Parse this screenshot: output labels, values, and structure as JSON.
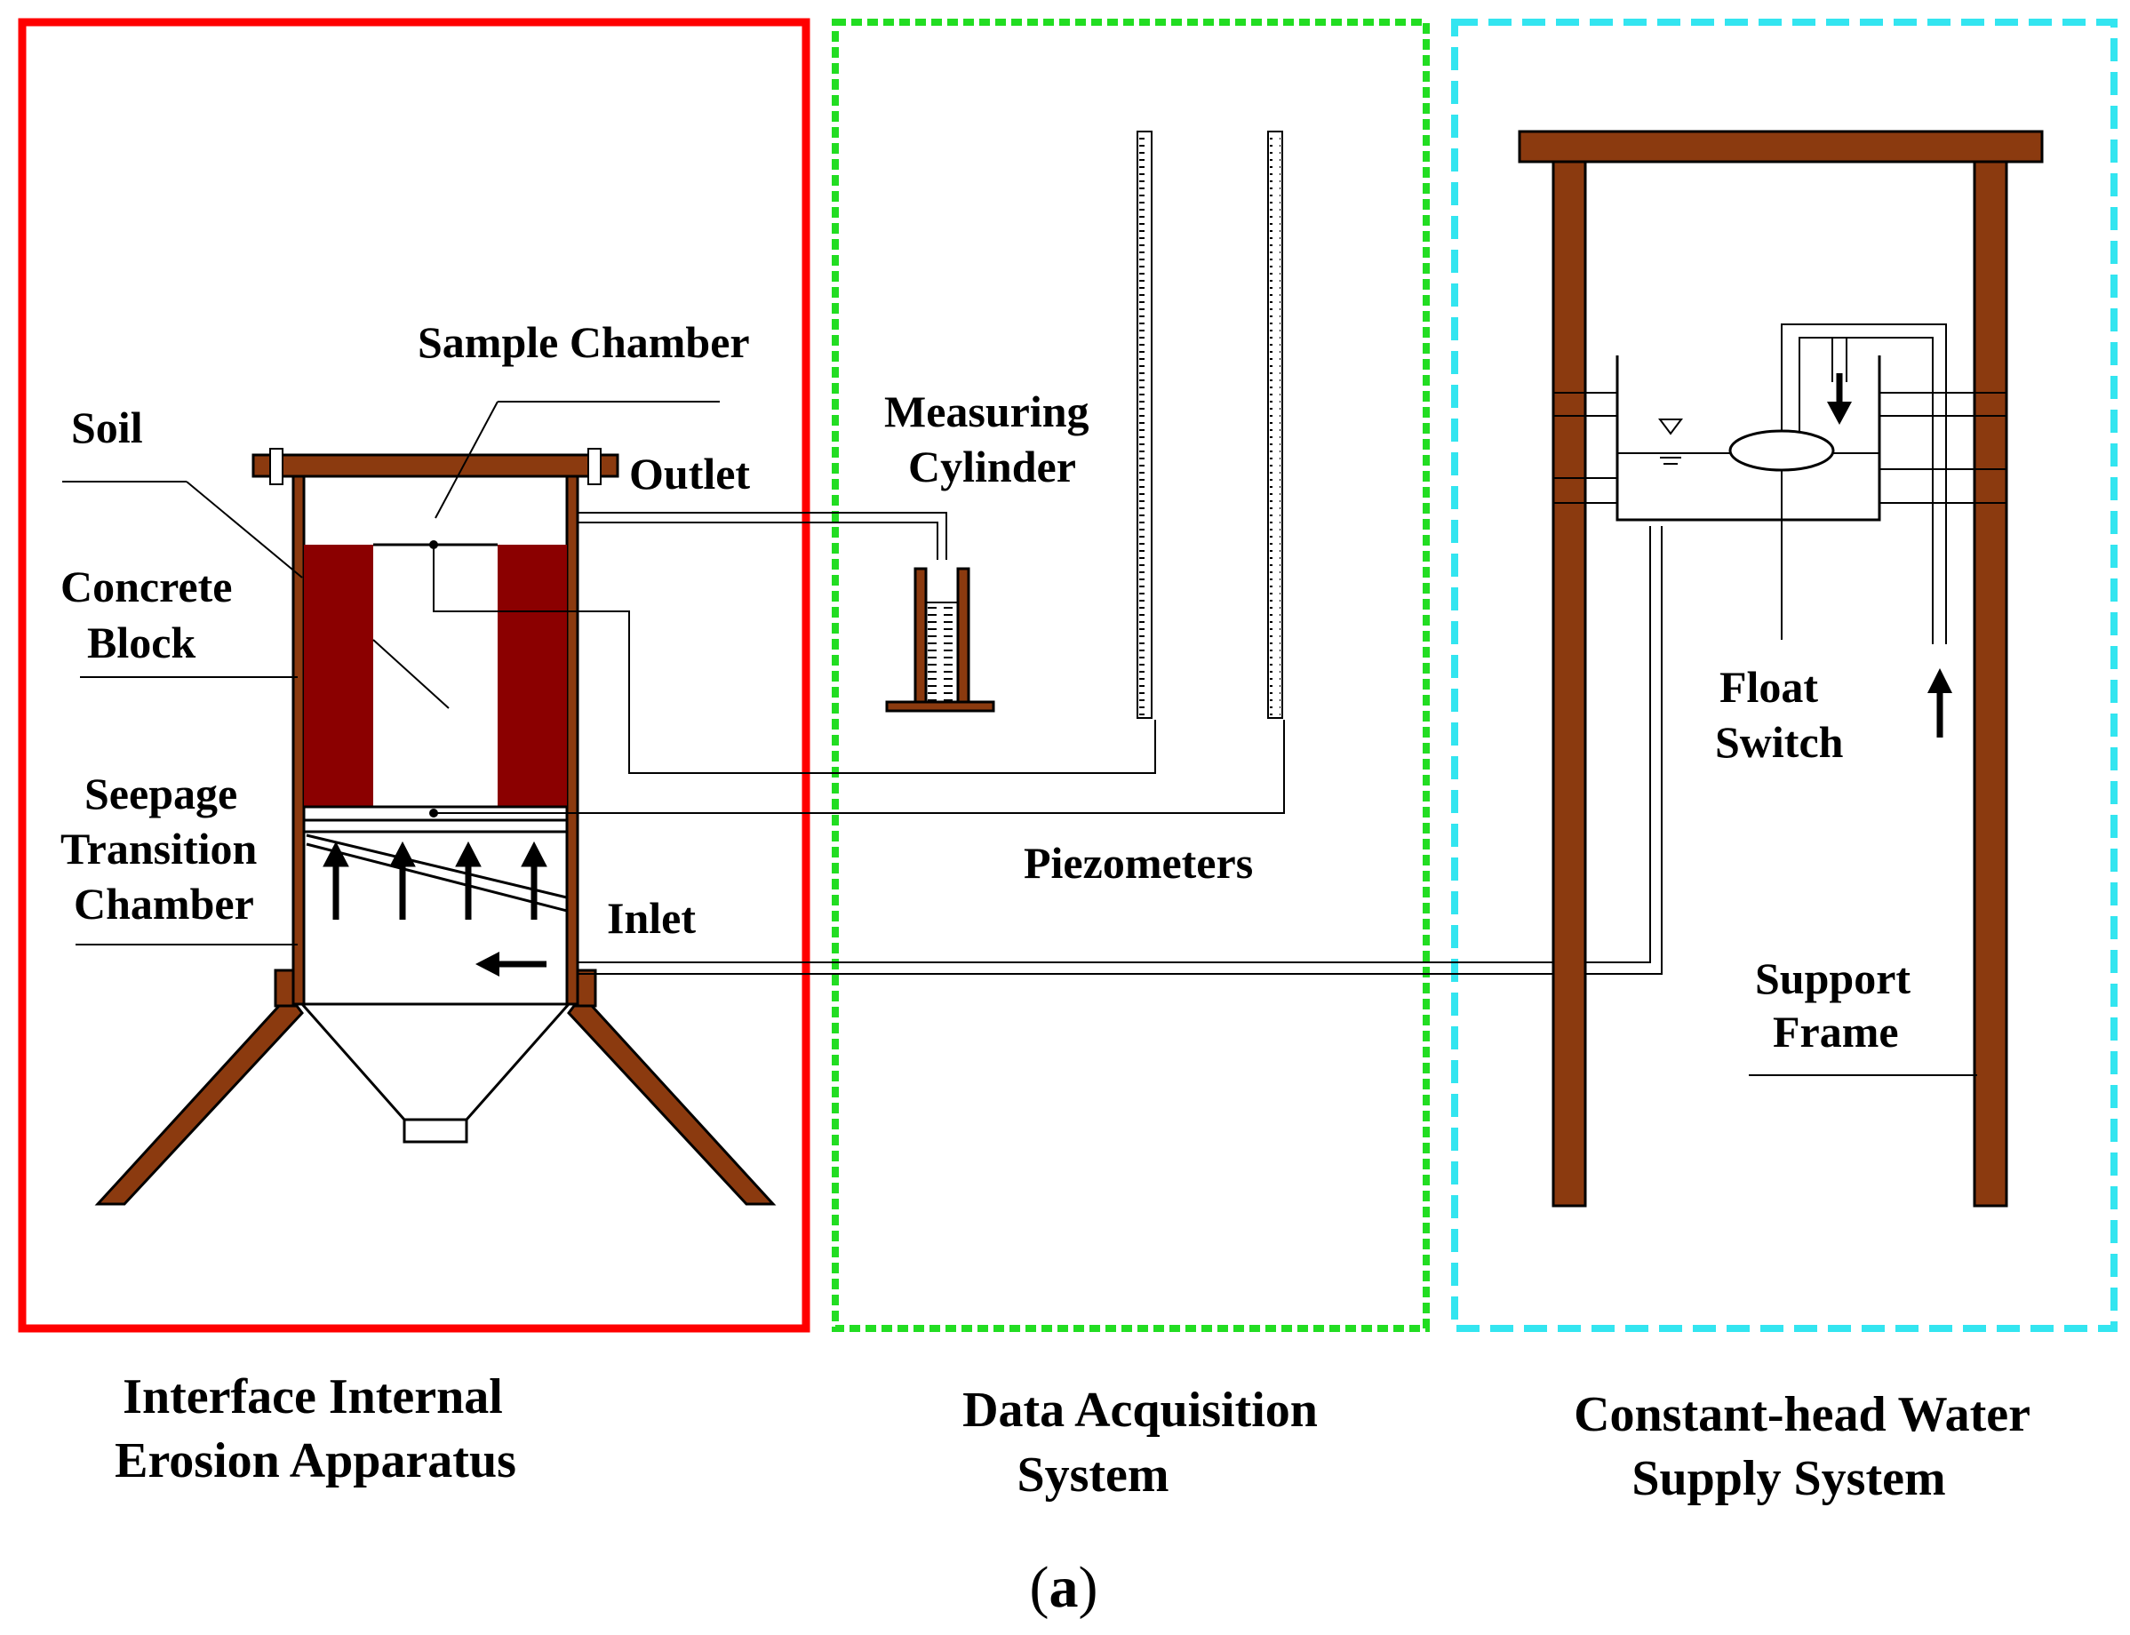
{
  "colors": {
    "apparatus_border": "#FF0000",
    "data_acquisition_border": "#22DD22",
    "water_supply_border": "#33E5F0",
    "wood": "#8B3A0F",
    "concrete": "#8B0000"
  },
  "labels": {
    "sample_chamber": "Sample Chamber",
    "soil": "Soil",
    "outlet": "Outlet",
    "concrete_line1": "Concrete",
    "concrete_line2": "Block",
    "seepage_line1": "Seepage",
    "seepage_line2": "Transition",
    "seepage_line3": "Chamber",
    "inlet": "Inlet",
    "measuring_line1": "Measuring",
    "measuring_line2": "Cylinder",
    "piezometers": "Piezometers",
    "float_line1": "Float",
    "float_line2": "Switch",
    "support_line1": "Support",
    "support_line2": "Frame"
  },
  "sections": {
    "apparatus_line1": "Interface Internal",
    "apparatus_line2": "Erosion Apparatus",
    "data_line1": "Data Acquisition",
    "data_line2": "System",
    "water_line1": "Constant-head Water",
    "water_line2": "Supply System"
  },
  "caption": {
    "open": "(",
    "letter": "a",
    "close": ")"
  }
}
